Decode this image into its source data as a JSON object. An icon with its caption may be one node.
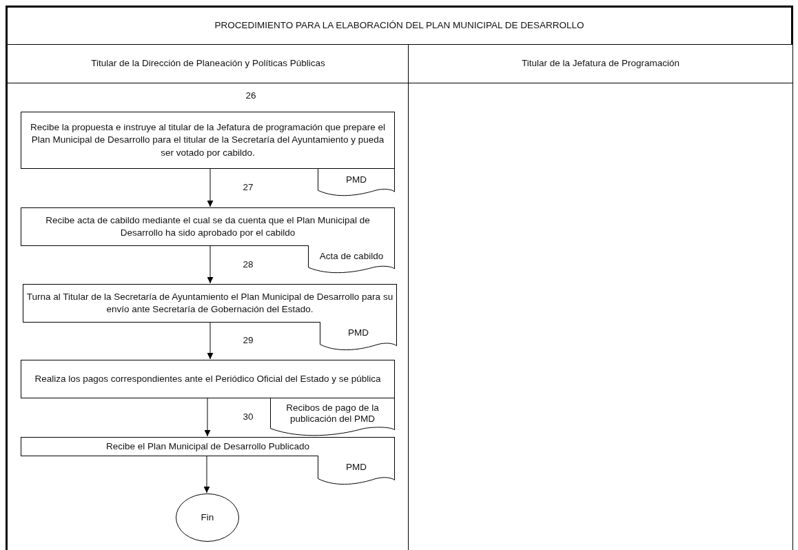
{
  "diagram": {
    "title": "PROCEDIMIENTO PARA LA ELABORACIÓN DEL PLAN MUNICIPAL DE DESARROLLO",
    "nodes": [
      {
        "text": [
          "Titular de la Dirección de Planeación y Políticas Públicas"
        ]
      },
      {
        "text": [
          "Titular de la Jefatura de Programación"
        ]
      },
      {
        "text": [
          "Recibe la propuesta e instruye al titular de la Jefatura de programación que prepare el Plan Municipal de Desarrollo para el titular de la Secretaría del Ayuntamiento y pueda ser votado por cabildo."
        ],
        "in": 0,
        "beside": [
          "26"
        ]
      },
      {
        "text": [
          "PMD"
        ],
        "in": 0
      },
      {
        "text": [
          "Recibe acta de cabildo mediante el cual se da cuenta que el Plan Municipal de Desarrollo ha sido aprobado por el cabildo"
        ],
        "in": 0
      },
      {
        "text": [
          "Acta de cabildo"
        ],
        "in": 0
      },
      {
        "text": [
          "Turna al Titular de la Secretaría de Ayuntamiento el Plan Municipal de Desarrollo para su envío ante Secretaría de Gobernación del Estado."
        ],
        "in": 0
      },
      {
        "text": [
          "PMD"
        ],
        "in": 0
      },
      {
        "text": [
          "Realiza los pagos correspondientes ante el Periódico Oficial del Estado y se pública"
        ],
        "in": 0
      },
      {
        "text": [
          "Recibos de pago de la publicación del PMD"
        ],
        "in": 0
      },
      {
        "text": [
          "Recibe el Plan Municipal de Desarrollo Publicado"
        ],
        "in": 0
      },
      {
        "text": [
          "PMD"
        ],
        "in": 0
      },
      {
        "text": [
          "Fin"
        ],
        "in": 0
      }
    ],
    "edges": [
      {
        "from": 2,
        "to": 4,
        "arrow": "to",
        "label": "27"
      },
      {
        "from": 4,
        "to": 6,
        "arrow": "to",
        "label": "28"
      },
      {
        "from": 6,
        "to": 8,
        "arrow": "to",
        "label": "29"
      },
      {
        "from": 8,
        "to": 10,
        "arrow": "to",
        "label": "30"
      },
      {
        "from": 10,
        "to": 12,
        "arrow": "to"
      }
    ]
  }
}
